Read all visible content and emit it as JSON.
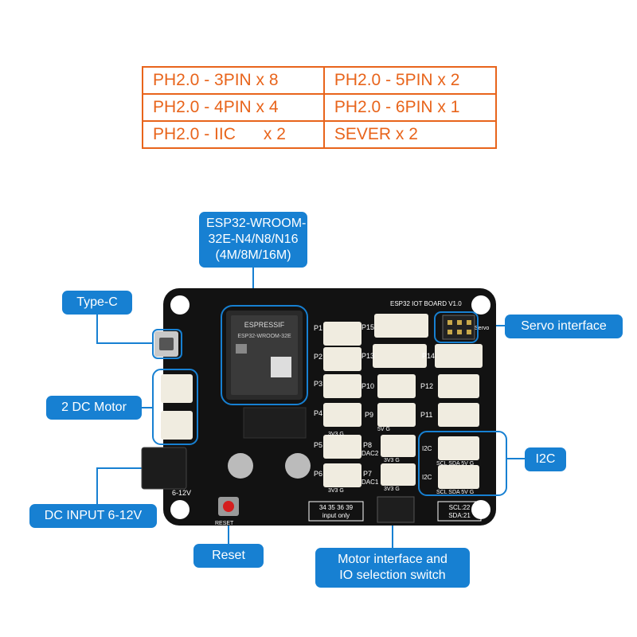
{
  "spec_table": {
    "rows": [
      [
        "PH2.0 - 3PIN x 8",
        "PH2.0 - 5PIN x 2"
      ],
      [
        "PH2.0 - 4PIN x 4",
        "PH2.0 - 6PIN x 1"
      ],
      [
        "PH2.0 - IIC      x 2",
        "SEVER x 2"
      ]
    ]
  },
  "callouts": {
    "esp32_line1": "ESP32-WROOM-",
    "esp32_line2": "32E-N4/N8/N16",
    "esp32_line3": "(4M/8M/16M)",
    "type_c": "Type-C",
    "dc_motor": "2 DC Motor",
    "dc_input": "DC INPUT 6-12V",
    "reset": "Reset",
    "servo": "Servo interface",
    "i2c": "I2C",
    "motor_line1": "Motor interface and",
    "motor_line2": "IO selection switch"
  },
  "board": {
    "title": "ESP32 IOT BOARD V1.0",
    "module_brand": "ESPRESSIF",
    "module_model": "ESP32-WROOM-32E",
    "p1": "P1",
    "p2": "P2",
    "p3": "P3",
    "p4": "P4",
    "p5": "P5",
    "p6": "P6",
    "p7": "P7",
    "p8": "P8",
    "p9": "P9",
    "p10": "P10",
    "p11": "P11",
    "p12": "P12",
    "p13": "P13",
    "p14": "P14",
    "p15": "P15",
    "dac1": "DAC1",
    "dac2": "DAC2",
    "pin_info": "34 35 36 39",
    "input_only": "input only",
    "scl": "SCL:22",
    "sda": "SDA:21",
    "reset_label": "RESET",
    "voltage": "6-12V",
    "i2c_l": "I2C",
    "servo_label": "Servo",
    "pin_3v3": "3V3 G",
    "pin_5v": "5V G",
    "i2c_pins": "SCL SDA 5V G"
  },
  "colors": {
    "table_accent": "#e8641b",
    "callout_blue": "#1780d2",
    "board": "#121212"
  }
}
